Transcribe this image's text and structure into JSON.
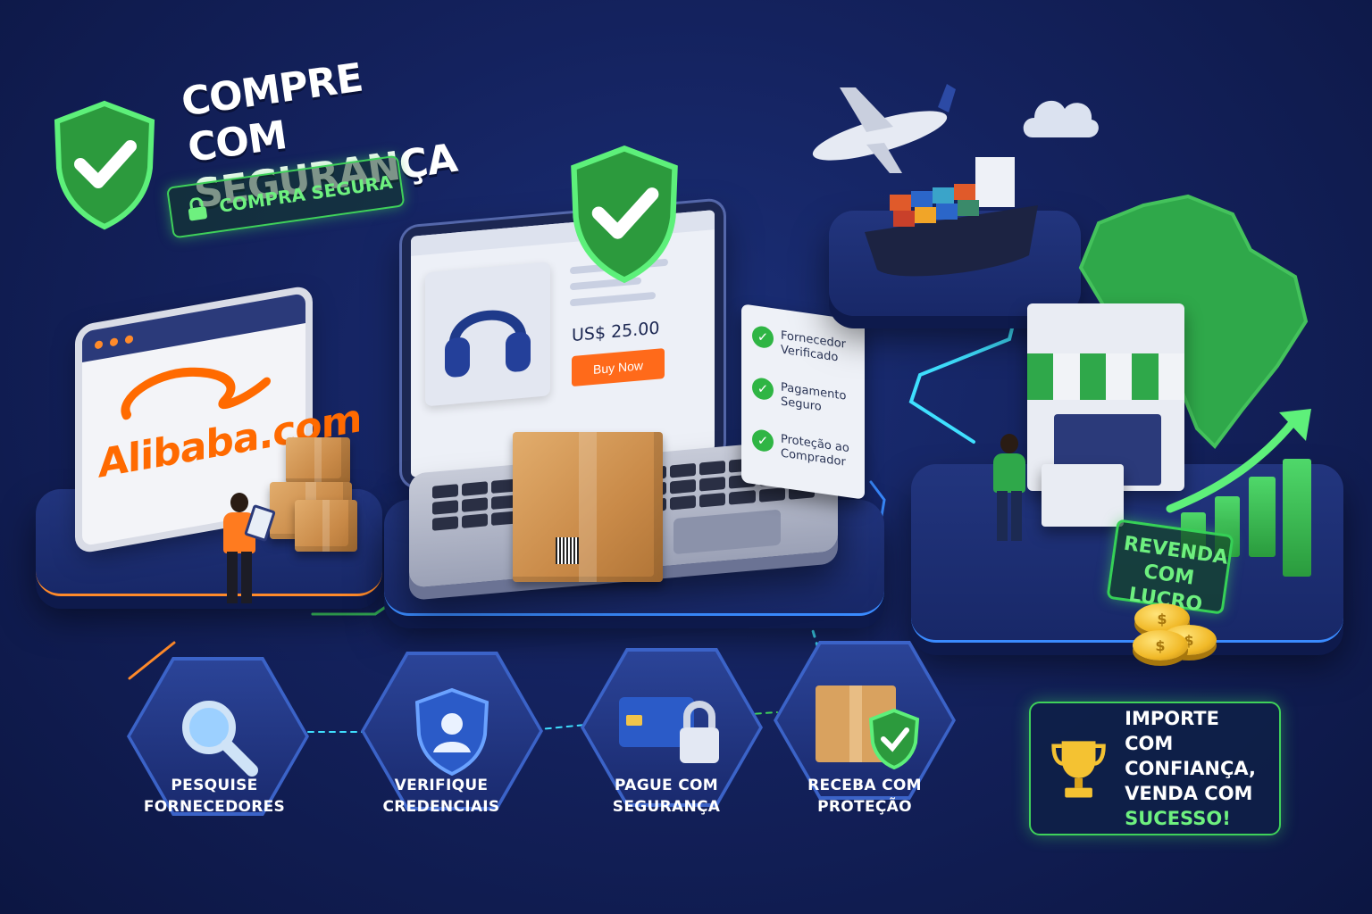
{
  "headline": {
    "line1": "COMPRE",
    "line2": "COM SEGURANÇA"
  },
  "secure_badge": {
    "label": "COMPRA SEGURA"
  },
  "alibaba": {
    "logo_text": "Alibaba.com"
  },
  "product": {
    "price": "US$ 25.00",
    "buy_label": "Buy Now"
  },
  "checklist": [
    {
      "label_l1": "Fornecedor",
      "label_l2": "Verificado"
    },
    {
      "label_l1": "Pagamento",
      "label_l2": "Seguro"
    },
    {
      "label_l1": "Proteção ao",
      "label_l2": "Comprador"
    }
  ],
  "steps": [
    {
      "line1": "PESQUISE",
      "line2": "FORNECEDORES",
      "icon": "magnifier-icon"
    },
    {
      "line1": "VERIFIQUE",
      "line2": "CREDENCIAIS",
      "icon": "shield-user-icon"
    },
    {
      "line1": "PAGUE COM",
      "line2": "SEGURANÇA",
      "icon": "card-lock-icon"
    },
    {
      "line1": "RECEBA COM",
      "line2": "PROTEÇÃO",
      "icon": "box-shield-icon"
    }
  ],
  "resell": {
    "line1": "REVENDA",
    "line2": "COM LUCRO"
  },
  "coin_symbol": "$",
  "final": {
    "line1": "IMPORTE COM",
    "line2": "CONFIANÇA,",
    "line3": "VENDA COM",
    "line4": "SUCESSO!"
  },
  "colors": {
    "green": "#3fd15a",
    "orange": "#ff6a00",
    "navy": "#14225e"
  }
}
